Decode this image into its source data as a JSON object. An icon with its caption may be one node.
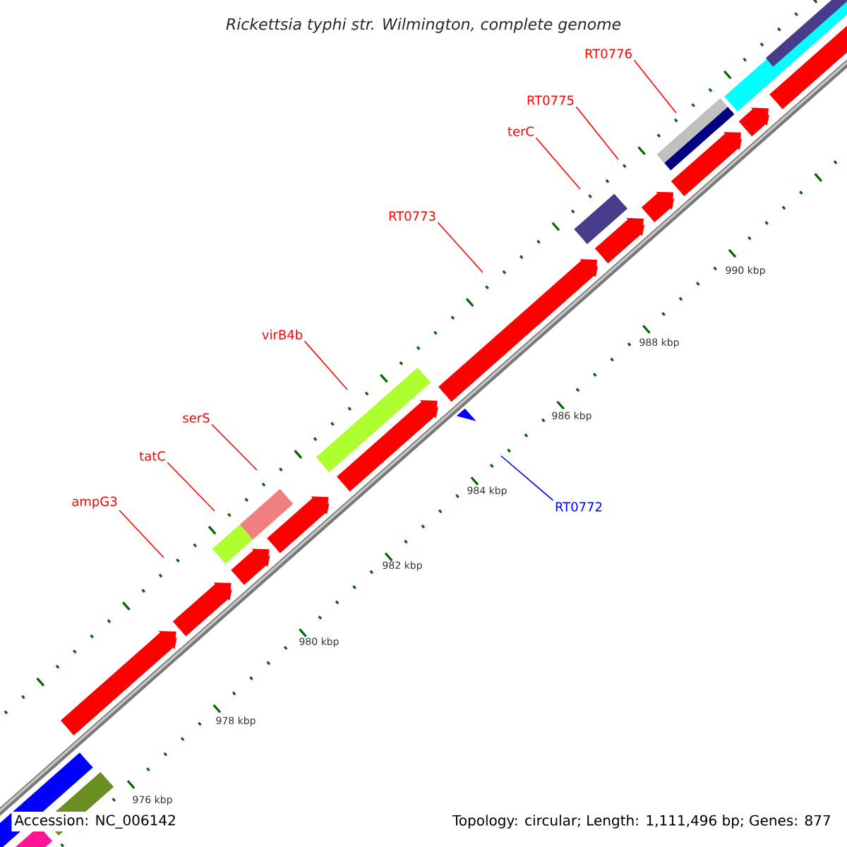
{
  "diagram": {
    "title": "Rickettsia typhi str. Wilmington, complete genome",
    "nodes": [
      {
        "text": [
          "ampG3"
        ]
      },
      {
        "text": [
          "tatC"
        ]
      },
      {
        "text": [
          "serS"
        ]
      },
      {
        "text": [
          "virB4b"
        ]
      },
      {
        "text": [
          "RT0773"
        ]
      },
      {
        "text": [
          "terC"
        ]
      },
      {
        "text": [
          "RT0775"
        ]
      },
      {
        "text": [
          "RT0776"
        ]
      },
      {
        "text": [
          "RT0772"
        ]
      }
    ],
    "edges": [
      {
        "from": 0,
        "to": null,
        "arrow": "none"
      },
      {
        "from": 1,
        "to": null,
        "arrow": "none"
      },
      {
        "from": 2,
        "to": null,
        "arrow": "none"
      },
      {
        "from": 3,
        "to": null,
        "arrow": "none"
      },
      {
        "from": 4,
        "to": null,
        "arrow": "none"
      },
      {
        "from": 5,
        "to": null,
        "arrow": "none"
      },
      {
        "from": 6,
        "to": null,
        "arrow": "none"
      },
      {
        "from": 7,
        "to": null,
        "arrow": "none"
      },
      {
        "from": 8,
        "to": null,
        "arrow": "none",
        "color": "#0000ff"
      }
    ],
    "labels": [
      "976 kbp",
      "978 kbp",
      "980 kbp",
      "982 kbp",
      "984 kbp",
      "986 kbp",
      "988 kbp",
      "990 kbp",
      "Accession: NC_006142",
      "Topology: circular; Length: 1,111,496 bp; Genes: 877"
    ]
  }
}
